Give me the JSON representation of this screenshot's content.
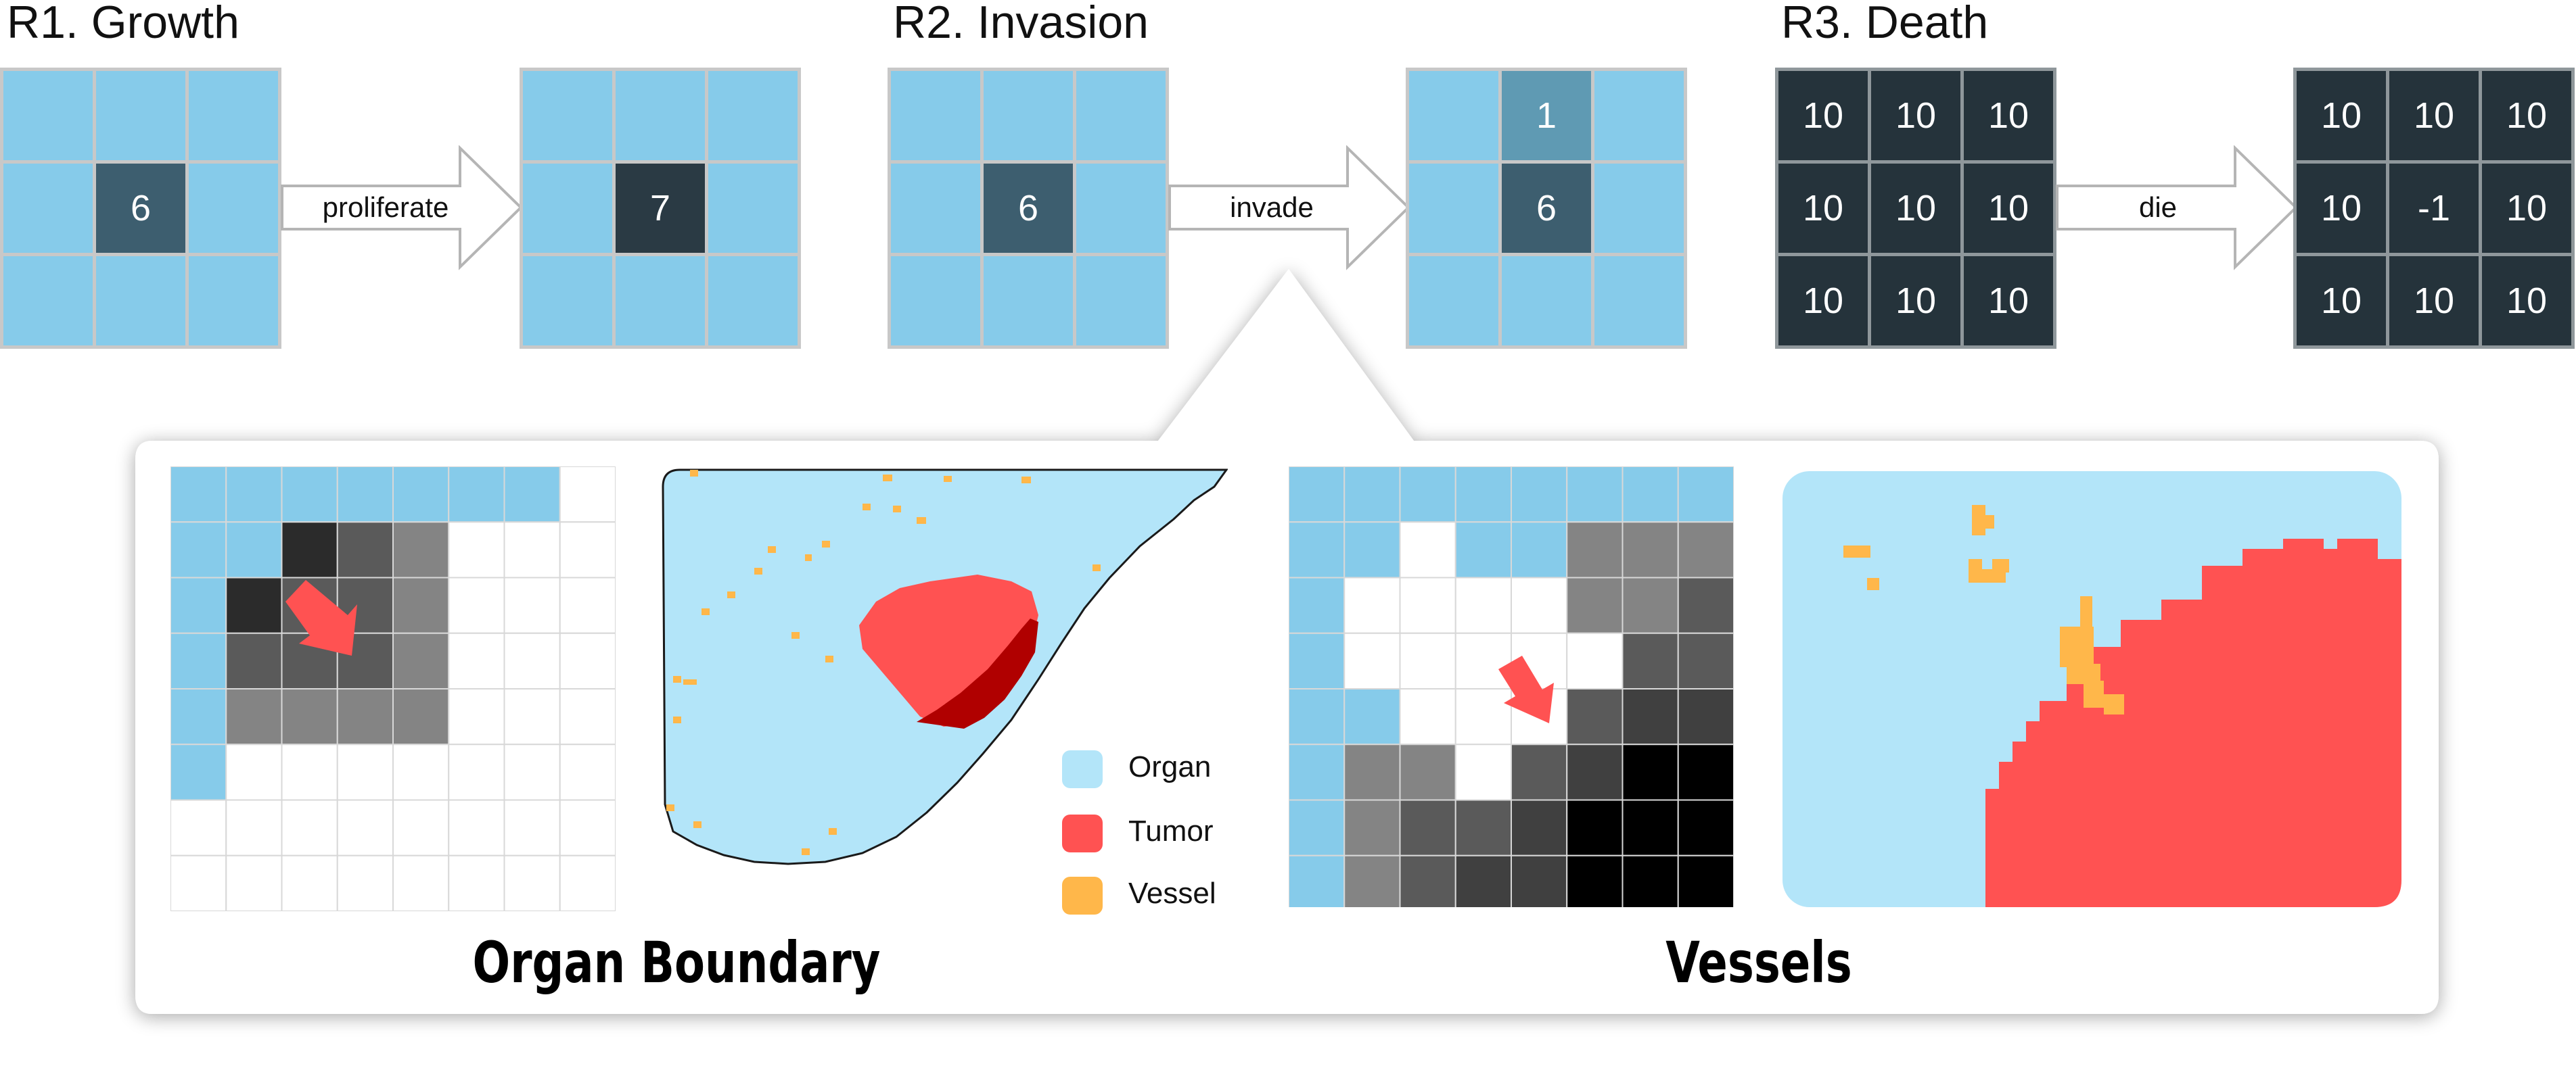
{
  "titles": {
    "r1": "R1. Growth",
    "r2": "R2. Invasion",
    "r3": "R3. Death"
  },
  "rules": {
    "growth": {
      "before": [
        "",
        "",
        "",
        "",
        "6",
        "",
        "",
        "",
        ""
      ],
      "after": [
        "",
        "",
        "",
        "",
        "7",
        "",
        "",
        "",
        ""
      ],
      "action": "proliferate"
    },
    "invasion": {
      "before": [
        "",
        "",
        "",
        "",
        "6",
        "",
        "",
        "",
        ""
      ],
      "after": [
        "",
        "1",
        "",
        "",
        "6",
        "",
        "",
        "",
        ""
      ],
      "action": "invade"
    },
    "death": {
      "before": [
        "10",
        "10",
        "10",
        "10",
        "10",
        "10",
        "10",
        "10",
        "10"
      ],
      "after": [
        "10",
        "10",
        "10",
        "10",
        "-1",
        "10",
        "10",
        "10",
        "10"
      ],
      "action": "die"
    }
  },
  "panels": {
    "organ_boundary_title": "Organ Boundary",
    "vessels_title": "Vessels"
  },
  "legend": [
    {
      "label": "Organ",
      "color": "#b3e5f9"
    },
    {
      "label": "Tumor",
      "color": "#ff5252"
    },
    {
      "label": "Vessel",
      "color": "#ffb74a"
    }
  ],
  "colors": {
    "organ_cell": "#86cbea",
    "tumor_dark": "#25333b",
    "arrow_red": "#ff5252",
    "tumor_edge": "#b00000"
  }
}
